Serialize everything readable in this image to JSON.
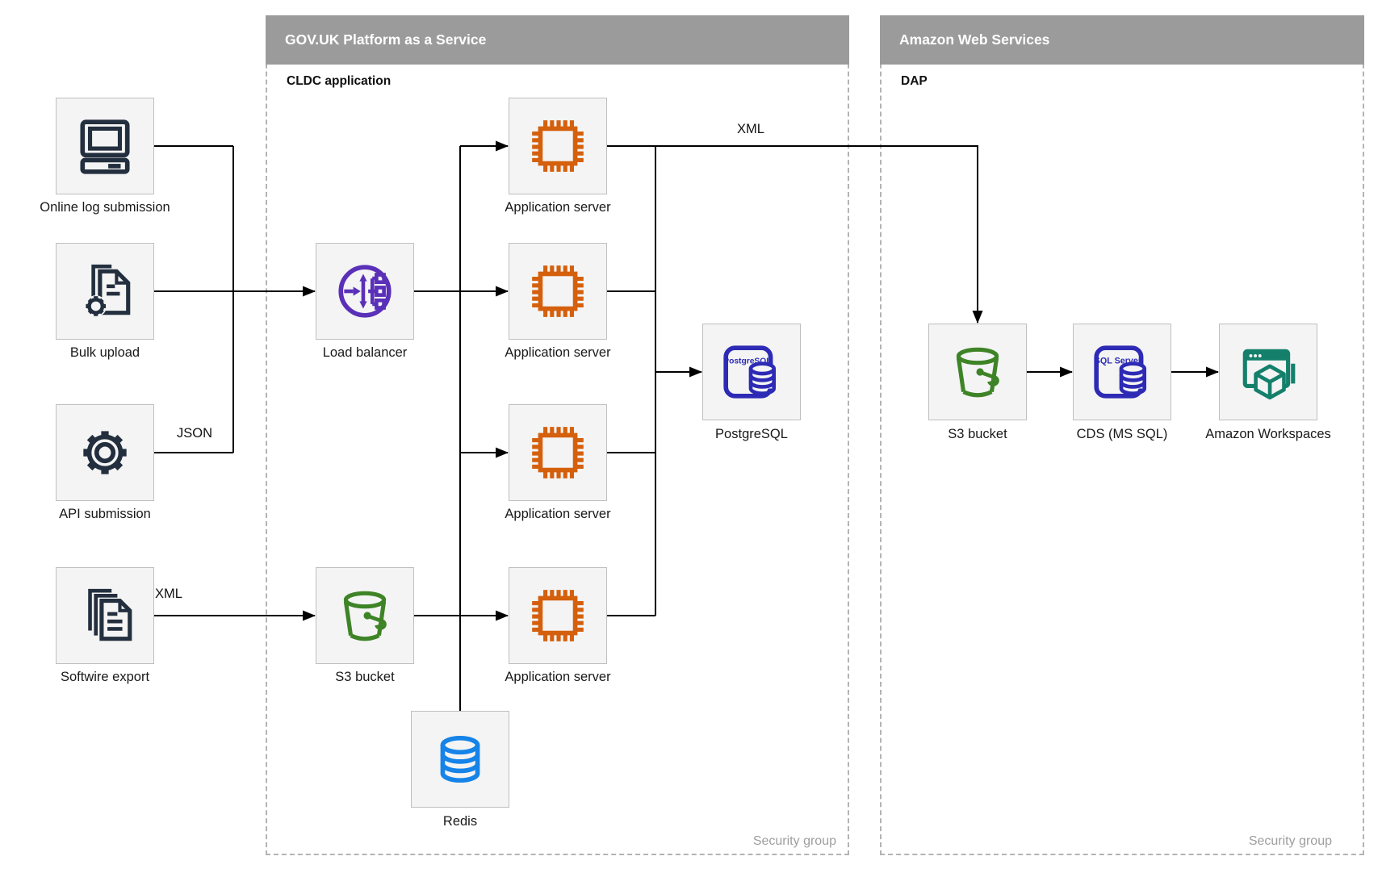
{
  "diagram": {
    "panels": {
      "paas": {
        "title": "GOV.UK Platform as a Service",
        "sublabel": "CLDC application",
        "footer_label": "Security group"
      },
      "aws": {
        "title": "Amazon Web Services",
        "sublabel": "DAP",
        "footer_label": "Security group"
      }
    },
    "nodes": {
      "online_log": {
        "label": "Online log submission",
        "icon": "desktop-computer-icon"
      },
      "bulk_upload": {
        "label": "Bulk upload",
        "icon": "document-gear-icon"
      },
      "api_submission": {
        "label": "API submission",
        "icon": "gear-icon"
      },
      "softwire_export": {
        "label": "Softwire export",
        "icon": "document-stack-icon"
      },
      "load_balancer": {
        "label": "Load balancer",
        "icon": "load-balancer-icon"
      },
      "app_server_1": {
        "label": "Application server",
        "icon": "chip-icon"
      },
      "app_server_2": {
        "label": "Application server",
        "icon": "chip-icon"
      },
      "app_server_3": {
        "label": "Application server",
        "icon": "chip-icon"
      },
      "app_server_4": {
        "label": "Application server",
        "icon": "chip-icon"
      },
      "paas_s3": {
        "label": "S3 bucket",
        "icon": "s3-bucket-icon"
      },
      "postgresql": {
        "label": "PostgreSQL",
        "icon": "postgresql-icon",
        "icon_text": "PostgreSQL"
      },
      "redis": {
        "label": "Redis",
        "icon": "database-icon"
      },
      "aws_s3": {
        "label": "S3 bucket",
        "icon": "s3-bucket-icon"
      },
      "cds": {
        "label": "CDS (MS SQL)",
        "icon": "sql-server-icon",
        "icon_text": "SQL Server"
      },
      "workspaces": {
        "label": "Amazon Workspaces",
        "icon": "workspaces-icon"
      }
    },
    "edge_labels": {
      "api_json": "JSON",
      "softwire_xml": "XML",
      "app_to_aws_xml": "XML"
    },
    "colors": {
      "header_bg": "#9b9b9b",
      "box_bg": "#f4f4f4",
      "box_border": "#bfbfbf",
      "dashed_border": "#b3b3b3",
      "dark_icon": "#232f3e",
      "orange_icon": "#d4600d",
      "purple_icon": "#5a30b8",
      "green_icon": "#3e8427",
      "indigo_icon": "#2d2bb5",
      "redis_blue_icon": "#1583e8",
      "teal_icon": "#14806b",
      "connector": "#000000",
      "footer_text": "#9e9e9e"
    }
  }
}
